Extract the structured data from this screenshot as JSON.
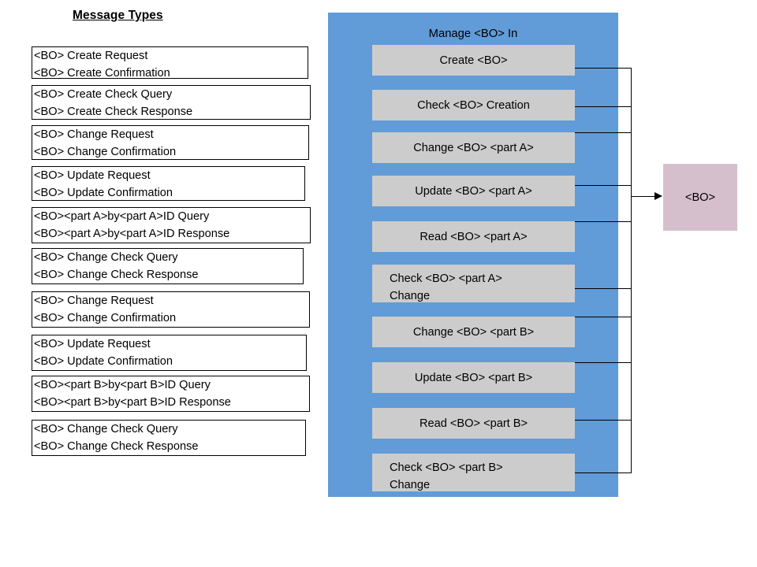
{
  "left_column": {
    "heading": "Message Types",
    "message_boxes": [
      {
        "lines": [
          "<BO> Create Request",
          "<BO> Create Confirmation"
        ]
      },
      {
        "lines": [
          "<BO> Create Check Query",
          "<BO> Create Check Response"
        ]
      },
      {
        "lines": [
          "<BO> Change Request",
          "<BO> Change Confirmation"
        ]
      },
      {
        "lines": [
          "<BO> Update Request",
          "<BO> Update Confirmation"
        ]
      },
      {
        "lines": [
          "<BO><part A>by<part A>ID Query",
          "<BO><part A>by<part A>ID Response"
        ]
      },
      {
        "lines": [
          "<BO> Change Check Query",
          "<BO> Change Check Response"
        ]
      },
      {
        "lines": [
          "<BO> Change Request",
          "<BO> Change Confirmation"
        ]
      },
      {
        "lines": [
          "<BO> Update Request",
          "<BO> Update Confirmation"
        ]
      },
      {
        "lines": [
          "<BO><part B>by<part B>ID Query",
          "<BO><part B>by<part B>ID Response"
        ]
      },
      {
        "lines": [
          "<BO> Change Check Query",
          "<BO> Change Check Response"
        ]
      }
    ]
  },
  "panel": {
    "title": "Manage <BO> In",
    "operations": [
      {
        "label": "Create <BO>",
        "align": "center"
      },
      {
        "label": "Check <BO> Creation",
        "align": "center"
      },
      {
        "label": "Change <BO> <part A>",
        "align": "center"
      },
      {
        "label": "Update <BO> <part A>",
        "align": "center"
      },
      {
        "label": "Read <BO> <part A>",
        "align": "center"
      },
      {
        "label_line1": "Check <BO> <part A>",
        "label_line2": "Change",
        "align": "left"
      },
      {
        "label": "Change <BO> <part B>",
        "align": "center"
      },
      {
        "label": "Update <BO> <part B>",
        "align": "center"
      },
      {
        "label": "Read <BO> <part B>",
        "align": "center"
      },
      {
        "label_line1": "Check <BO> <part B>",
        "label_line2": "Change",
        "align": "left"
      }
    ]
  },
  "entity": {
    "label": "<BO>"
  },
  "colors": {
    "panel_background": "#619bd8",
    "operation_box": "#cccccc",
    "entity_box": "#d6bfcd",
    "line": "#000000",
    "text": "#000000",
    "canvas": "#ffffff"
  }
}
